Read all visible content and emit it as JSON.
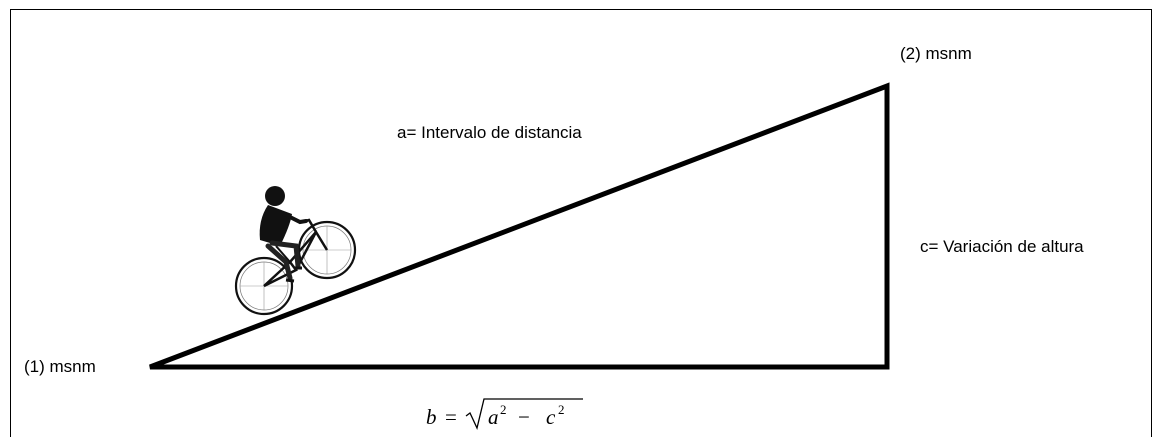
{
  "diagram": {
    "point_start": "(1)  msnm",
    "point_end": "(2) msnm",
    "hypotenuse_label": "a= Intervalo de distancia",
    "vertical_label": "c= Variación de altura",
    "formula": {
      "lhs": "b",
      "eq": "=",
      "a": "a",
      "minus": "−",
      "c": "c",
      "exponent": "2"
    }
  },
  "colors": {
    "frame": "#000000",
    "line": "#000000",
    "background": "#ffffff"
  },
  "icons": {
    "cyclist": "cyclist-icon"
  }
}
